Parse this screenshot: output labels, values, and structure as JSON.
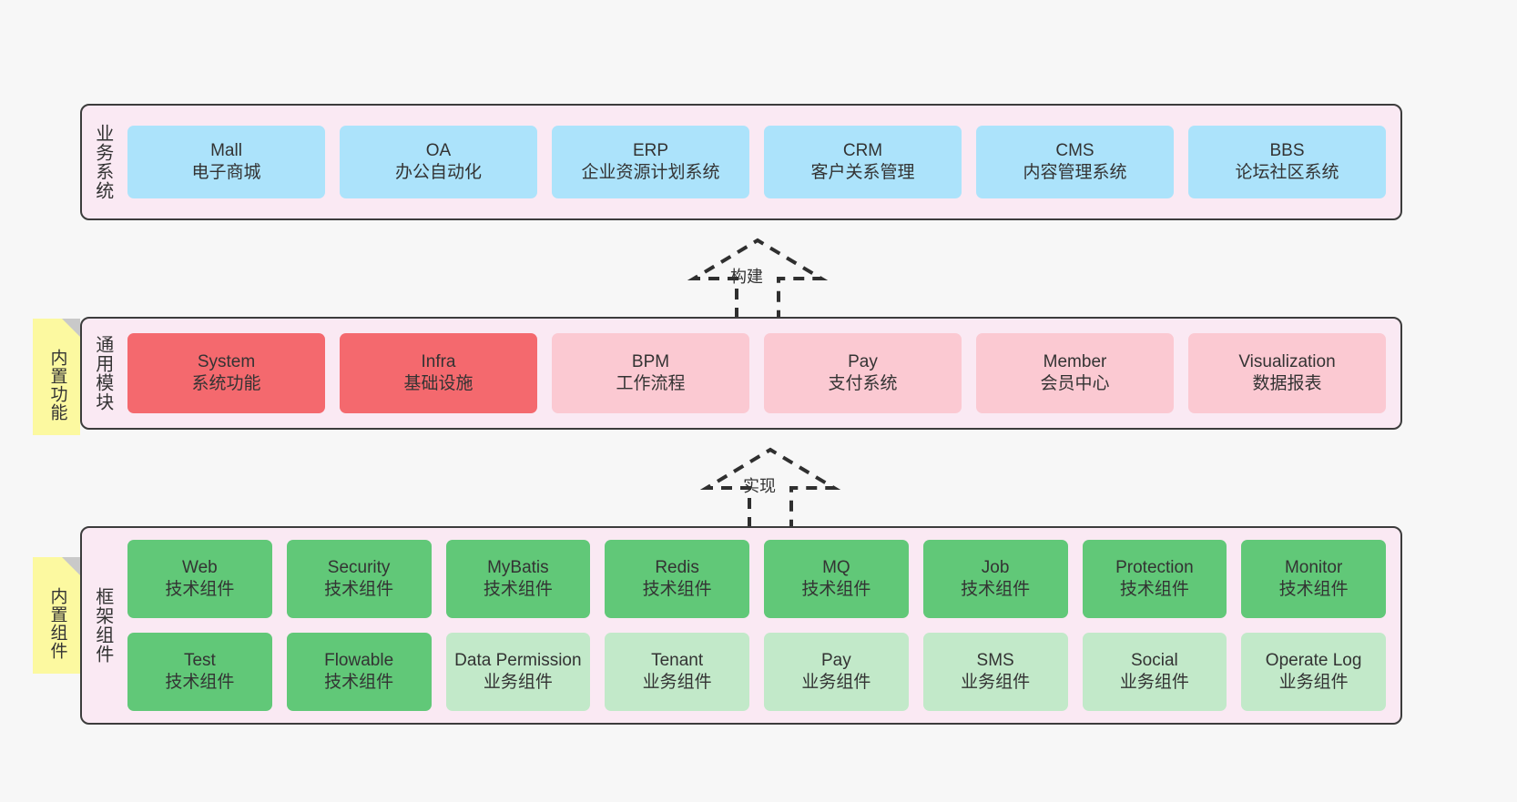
{
  "diagram": {
    "background_color": "#f7f7f7",
    "layer_fill": "#fae9f3",
    "layer_border": "#3c3c3c"
  },
  "layers": [
    {
      "id": "business-systems",
      "title": "业务系统",
      "rows": [
        {
          "style": "blue",
          "color": "#ace3fb",
          "cards": [
            {
              "en": "Mall",
              "cn": "电子商城"
            },
            {
              "en": "OA",
              "cn": "办公自动化"
            },
            {
              "en": "ERP",
              "cn": "企业资源计划系统"
            },
            {
              "en": "CRM",
              "cn": "客户关系管理"
            },
            {
              "en": "CMS",
              "cn": "内容管理系统"
            },
            {
              "en": "BBS",
              "cn": "论坛社区系统"
            }
          ]
        }
      ]
    },
    {
      "id": "common-modules",
      "title": "通用模块",
      "note": "内置功能",
      "rows": [
        {
          "style": "mixed",
          "cards": [
            {
              "en": "System",
              "cn": "系统功能",
              "style": "red",
              "color": "#f4696e"
            },
            {
              "en": "Infra",
              "cn": "基础设施",
              "style": "red",
              "color": "#f4696e"
            },
            {
              "en": "BPM",
              "cn": "工作流程",
              "style": "pink",
              "color": "#fbc9d2"
            },
            {
              "en": "Pay",
              "cn": "支付系统",
              "style": "pink",
              "color": "#fbc9d2"
            },
            {
              "en": "Member",
              "cn": "会员中心",
              "style": "pink",
              "color": "#fbc9d2"
            },
            {
              "en": "Visualization",
              "cn": "数据报表",
              "style": "pink",
              "color": "#fbc9d2"
            }
          ]
        }
      ]
    },
    {
      "id": "framework-components",
      "title": "框架组件",
      "note": "内置组件",
      "rows": [
        {
          "style": "green",
          "cards": [
            {
              "en": "Web",
              "cn": "技术组件",
              "style": "green",
              "color": "#61c878"
            },
            {
              "en": "Security",
              "cn": "技术组件",
              "style": "green",
              "color": "#61c878"
            },
            {
              "en": "MyBatis",
              "cn": "技术组件",
              "style": "green",
              "color": "#61c878"
            },
            {
              "en": "Redis",
              "cn": "技术组件",
              "style": "green",
              "color": "#61c878"
            },
            {
              "en": "MQ",
              "cn": "技术组件",
              "style": "green",
              "color": "#61c878"
            },
            {
              "en": "Job",
              "cn": "技术组件",
              "style": "green",
              "color": "#61c878"
            },
            {
              "en": "Protection",
              "cn": "技术组件",
              "style": "green",
              "color": "#61c878"
            },
            {
              "en": "Monitor",
              "cn": "技术组件",
              "style": "green",
              "color": "#61c878"
            }
          ]
        },
        {
          "style": "mixed",
          "cards": [
            {
              "en": "Test",
              "cn": "技术组件",
              "style": "green",
              "color": "#61c878"
            },
            {
              "en": "Flowable",
              "cn": "技术组件",
              "style": "green",
              "color": "#61c878"
            },
            {
              "en": "Data Permission",
              "cn": "业务组件",
              "style": "lgreen",
              "color": "#c2e9c9"
            },
            {
              "en": "Tenant",
              "cn": "业务组件",
              "style": "lgreen",
              "color": "#c2e9c9"
            },
            {
              "en": "Pay",
              "cn": "业务组件",
              "style": "lgreen",
              "color": "#c2e9c9"
            },
            {
              "en": "SMS",
              "cn": "业务组件",
              "style": "lgreen",
              "color": "#c2e9c9"
            },
            {
              "en": "Social",
              "cn": "业务组件",
              "style": "lgreen",
              "color": "#c2e9c9"
            },
            {
              "en": "Operate Log",
              "cn": "业务组件",
              "style": "lgreen",
              "color": "#c2e9c9"
            }
          ]
        }
      ]
    }
  ],
  "connectors": [
    {
      "id": "build",
      "label": "构建",
      "from": "common-modules",
      "to": "business-systems"
    },
    {
      "id": "implement",
      "label": "实现",
      "from": "framework-components",
      "to": "common-modules"
    }
  ]
}
